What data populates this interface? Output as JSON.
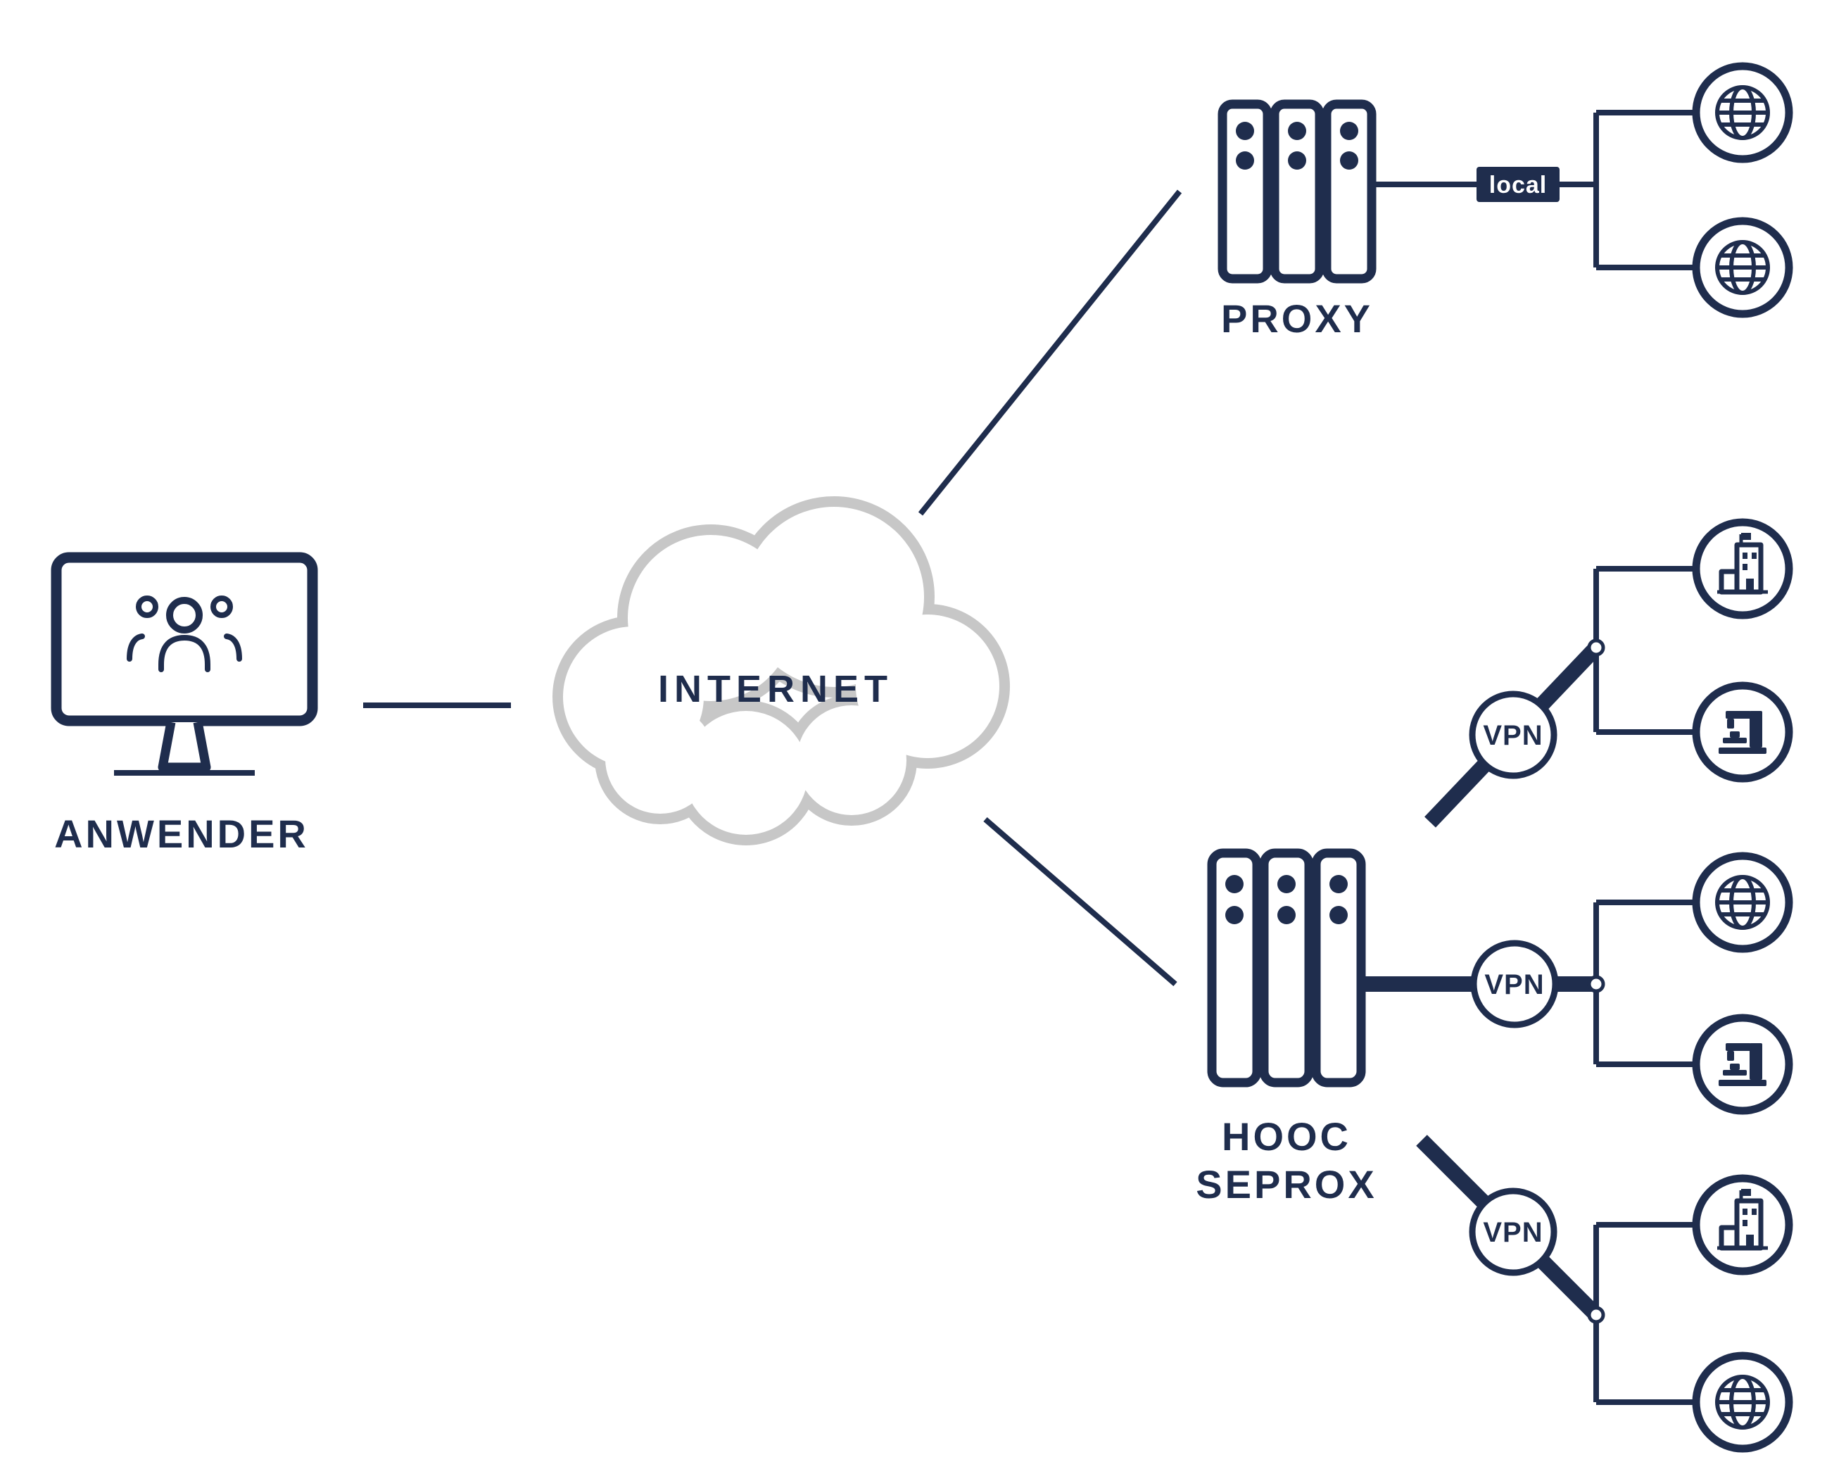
{
  "colors": {
    "primary": "#1f2d4d",
    "cloud": "#c7c7c7",
    "background": "#ffffff",
    "badge_bg": "#1f2d4d",
    "badge_text": "#ffffff"
  },
  "nodes": {
    "user": {
      "label": "ANWENDER",
      "icon": "monitor-users-icon"
    },
    "internet": {
      "label": "INTERNET",
      "icon": "cloud-icon"
    },
    "proxy": {
      "label": "PROXY",
      "icon": "server-stack-icon"
    },
    "seprox": {
      "label_line1": "HOOC",
      "label_line2": "SEPROX",
      "icon": "server-stack-icon"
    }
  },
  "connectors": {
    "local": {
      "label": "local",
      "type": "badge"
    },
    "vpn_upper": {
      "label": "VPN",
      "type": "circle"
    },
    "vpn_middle": {
      "label": "VPN",
      "type": "circle"
    },
    "vpn_lower": {
      "label": "VPN",
      "type": "circle"
    }
  },
  "endpoint_groups": {
    "proxy_local": [
      "globe-icon",
      "globe-icon"
    ],
    "vpn_upper": [
      "building-icon",
      "industrial-machine-icon"
    ],
    "vpn_middle": [
      "globe-icon",
      "industrial-machine-icon"
    ],
    "vpn_lower": [
      "building-icon",
      "globe-icon"
    ]
  }
}
